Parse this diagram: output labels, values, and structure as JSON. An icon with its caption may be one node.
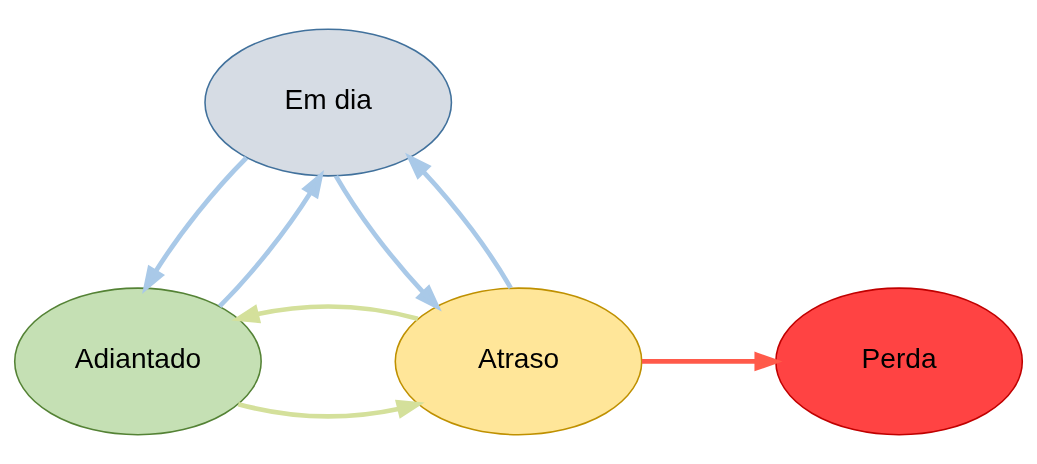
{
  "diagram": {
    "nodes": [
      {
        "text": [
          "Em dia"
        ]
      },
      {
        "text": [
          "Adiantado"
        ]
      },
      {
        "text": [
          "Atraso"
        ]
      },
      {
        "text": [
          "Perda"
        ]
      }
    ],
    "edges": [
      {
        "from": 1,
        "to": 0,
        "arrow": "to"
      },
      {
        "from": 0,
        "to": 1,
        "arrow": "to"
      },
      {
        "from": 2,
        "to": 0,
        "arrow": "to"
      },
      {
        "from": 0,
        "to": 2,
        "arrow": "to"
      },
      {
        "from": 1,
        "to": 2,
        "arrow": "to",
        "color": "#d4e09b"
      },
      {
        "from": 2,
        "to": 1,
        "arrow": "to",
        "color": "#d4e09b"
      },
      {
        "from": 2,
        "to": 3,
        "arrow": "to",
        "color": "#ff5a4a"
      }
    ]
  }
}
